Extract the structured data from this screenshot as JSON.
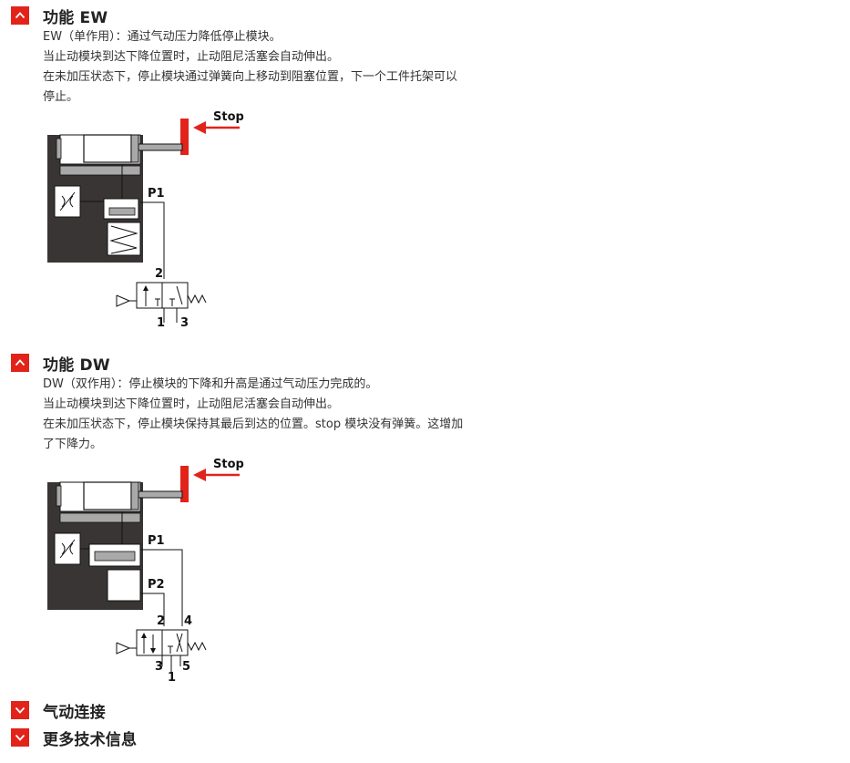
{
  "sections": [
    {
      "title": "功能 EW",
      "expanded": true,
      "lines": [
        "EW（单作用）：通过气动压力降低停止模块。",
        "当止动模块到达下降位置时，止动阻尼活塞会自动伸出。",
        "在未加压状态下，停止模块通过弹簧向上移动到阻塞位置，下一个工件托架可以",
        "停止。"
      ],
      "diagram": {
        "stop_label": "Stop",
        "p1_label": "P1",
        "port_top": "2",
        "port_a": "1",
        "port_b": "3"
      }
    },
    {
      "title": "功能 DW",
      "expanded": true,
      "lines": [
        "DW（双作用）：停止模块的下降和升高是通过气动压力完成的。",
        "当止动模块到达下降位置时，止动阻尼活塞会自动伸出。",
        "在未加压状态下，停止模块保持其最后到达的位置。stop 模块没有弹簧。这增加",
        "了下降力。"
      ],
      "diagram": {
        "stop_label": "Stop",
        "p1_label": "P1",
        "p2_label": "P2",
        "port_2": "2",
        "port_4": "4",
        "port_3": "3",
        "port_5": "5",
        "port_1": "1"
      }
    },
    {
      "title": "气动连接",
      "expanded": false
    },
    {
      "title": "更多技术信息",
      "expanded": false
    }
  ],
  "colors": {
    "accent": "#e2231a",
    "body_dark": "#3a3535",
    "cylinder_gray": "#a9a9a9"
  },
  "icons": {
    "expanded": "chevron-up-icon",
    "collapsed": "chevron-down-icon"
  }
}
